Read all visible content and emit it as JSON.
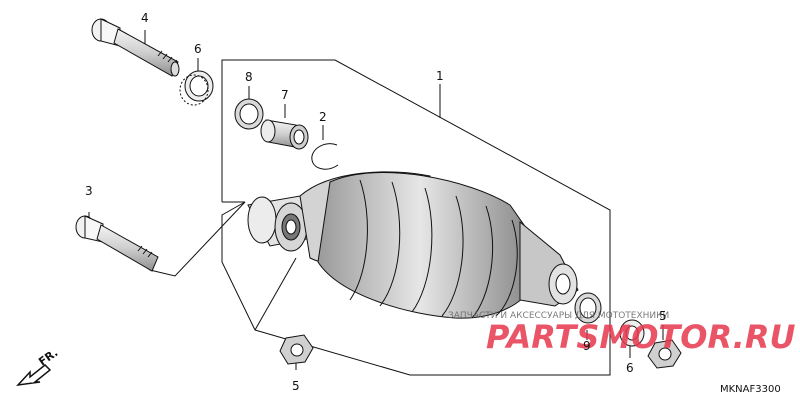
{
  "callouts": {
    "c1": "1",
    "c2": "2",
    "c3": "3",
    "c4": "4",
    "c5a": "5",
    "c5b": "5",
    "c6a": "6",
    "c6b": "6",
    "c7": "7",
    "c8": "8",
    "c9": "9"
  },
  "direction_label": "FR.",
  "diagram_code": "MKNAF3300",
  "watermark": {
    "brand": "PARTSMOTOR.RU",
    "tagline": "ЗАПЧАСТИ И АКСЕССУАРЫ ДЛЯ МОТОТЕХНИКИ"
  },
  "colors": {
    "ink": "#111111",
    "shade": "#bdbdbd",
    "watermark": "#e7374d"
  }
}
